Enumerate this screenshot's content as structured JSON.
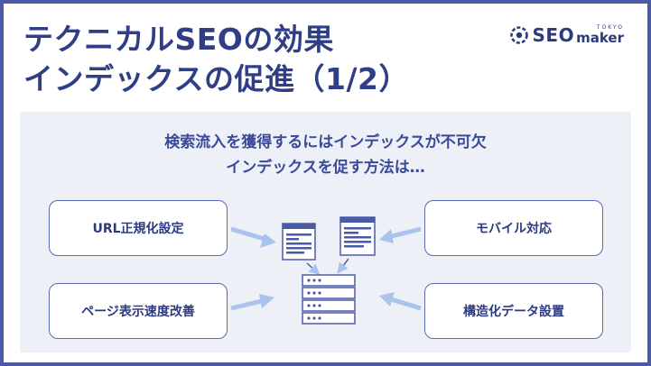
{
  "title": {
    "line1": "テクニカルSEOの効果",
    "line2": "インデックスの促進（1/2）"
  },
  "logo": {
    "seo": "SEO",
    "tokyo": "TOKYO",
    "maker": "maker"
  },
  "subtitle": {
    "line1": "検索流入を獲得するにはインデックスが不可欠",
    "line2": "インデックスを促す方法は…"
  },
  "methods": {
    "url": "URL正規化設定",
    "speed": "ページ表示速度改善",
    "mobile": "モバイル対応",
    "structured": "構造化データ設置"
  },
  "colors": {
    "title": "#303e86",
    "accent": "#3a4a9a",
    "border": "#4a5aa6",
    "arrow": "#a9c3ec",
    "panel": "#eef0f7"
  },
  "icons": {
    "left_page": "document-icon",
    "right_page": "document-icon",
    "server": "server-icon"
  }
}
